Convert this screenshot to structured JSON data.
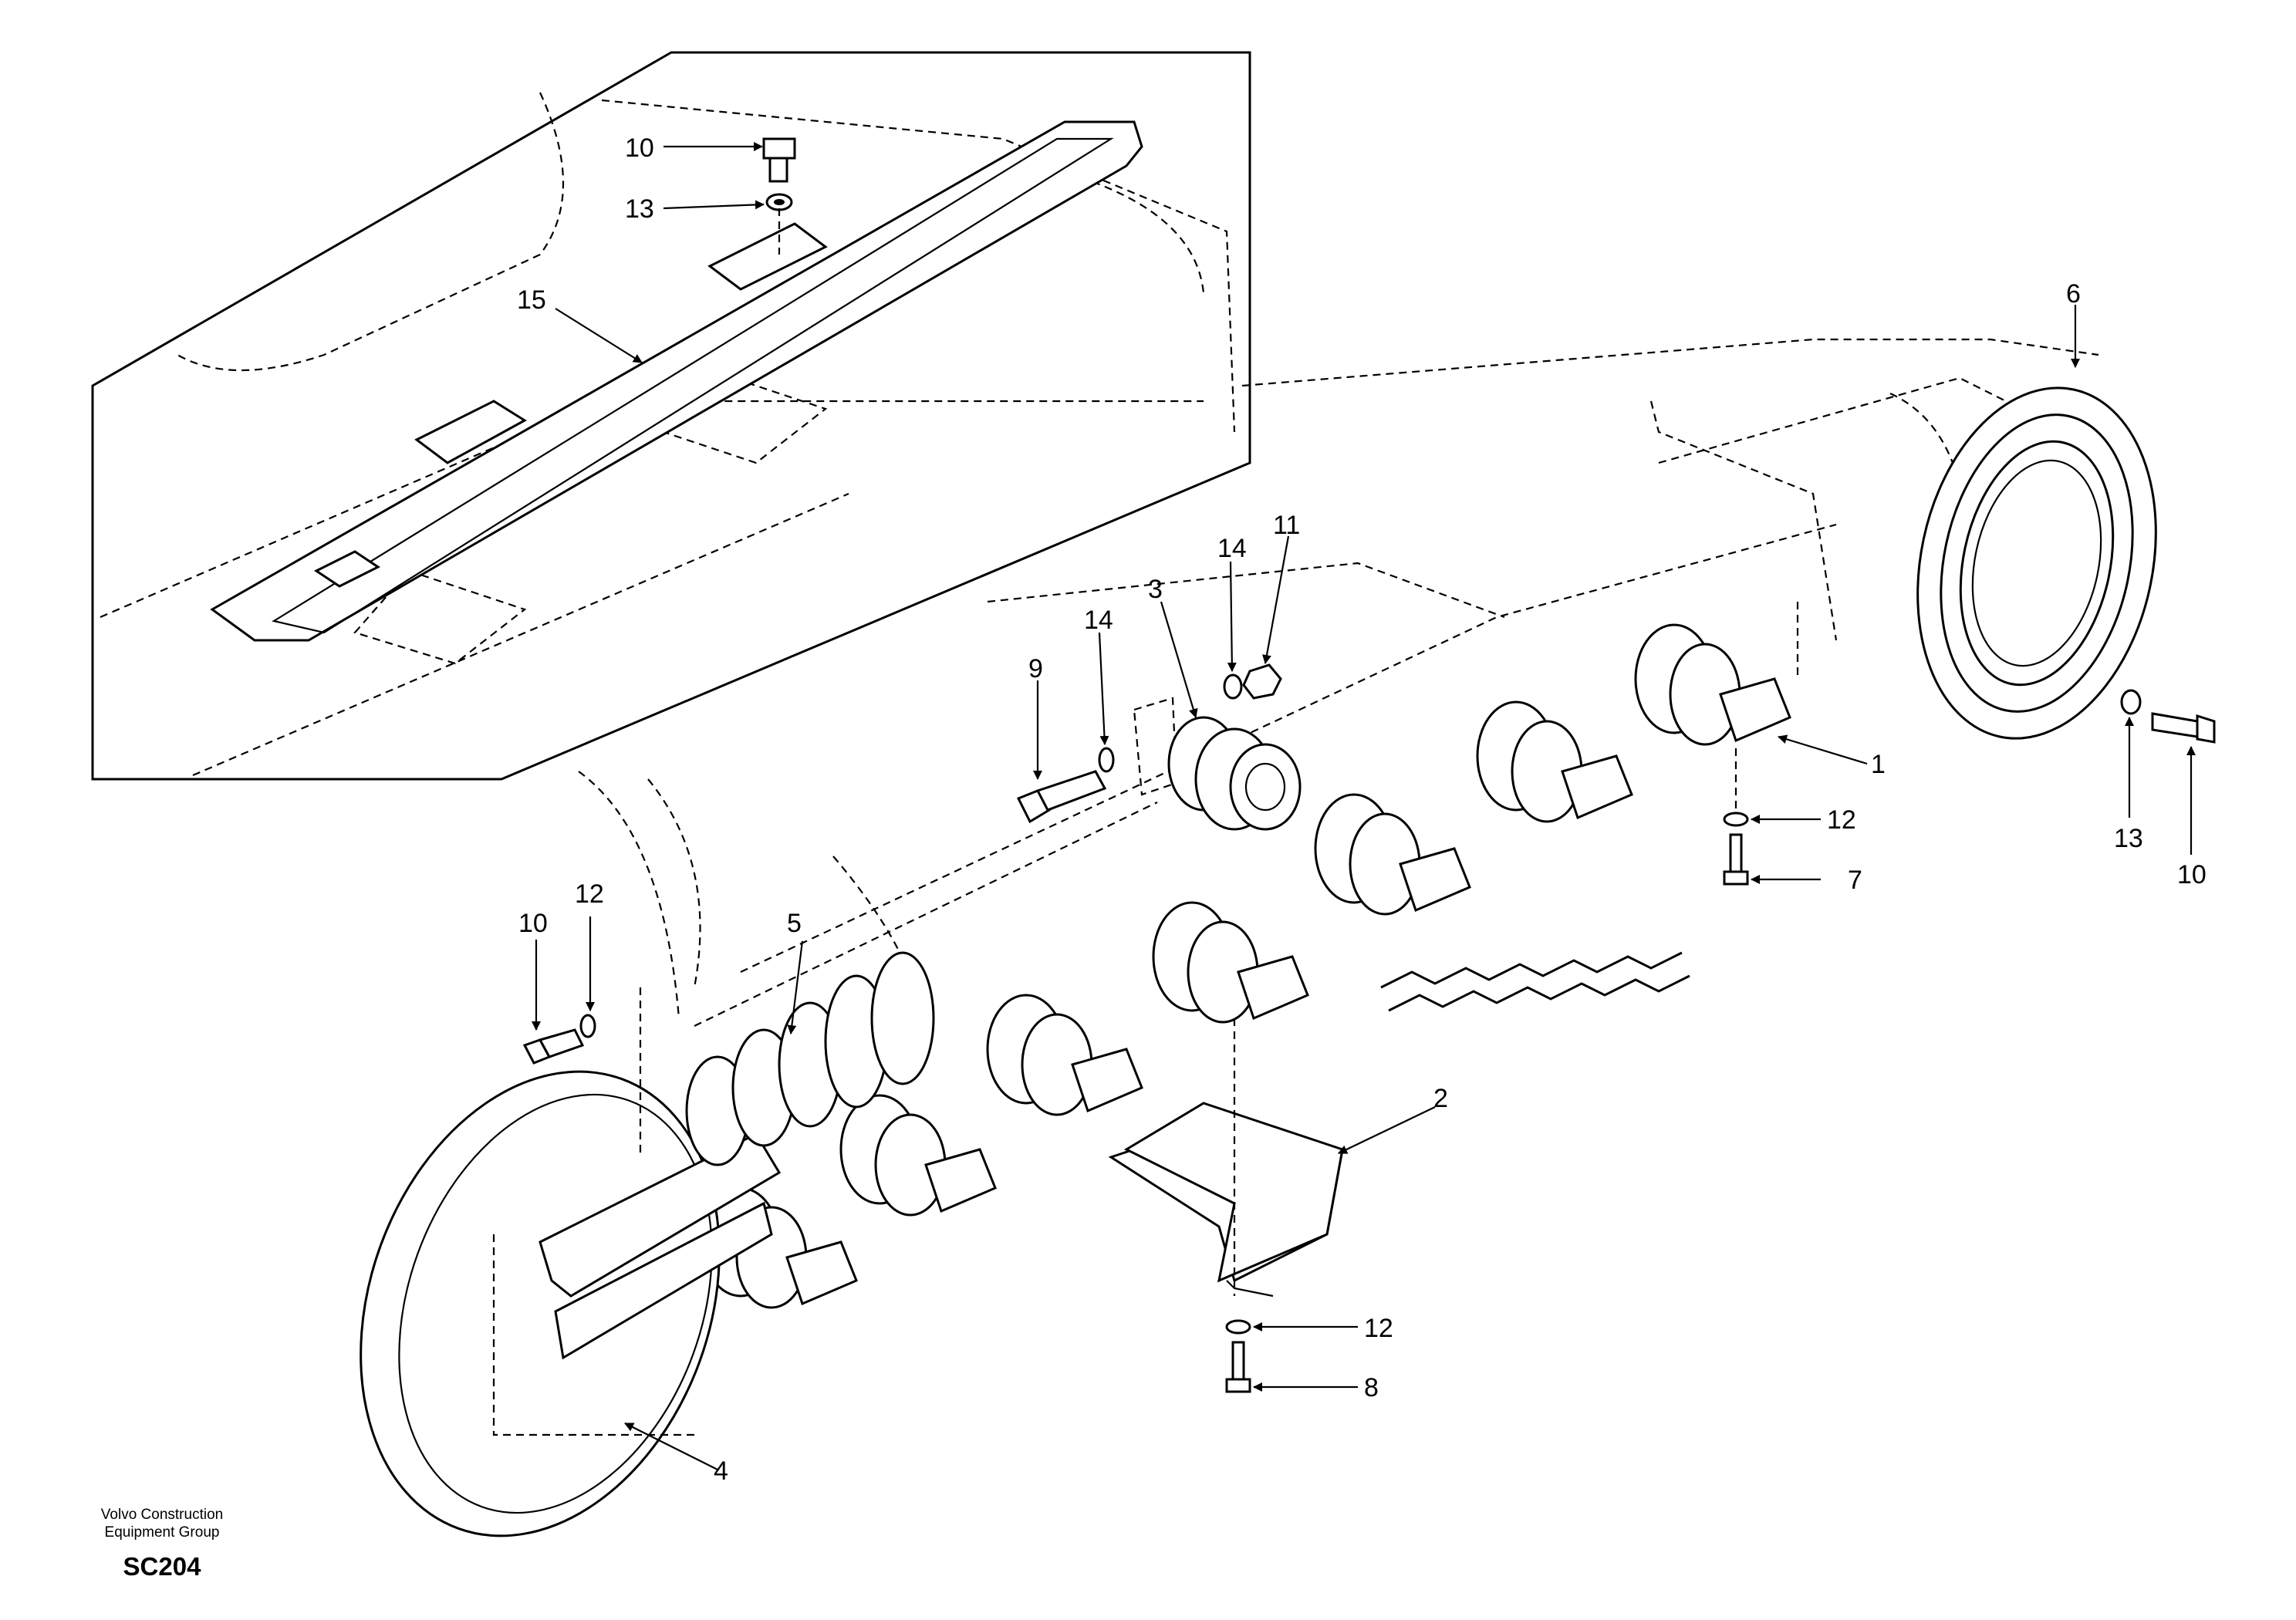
{
  "callouts": {
    "c1": "1",
    "c2": "2",
    "c3": "3",
    "c4": "4",
    "c5": "5",
    "c6": "6",
    "c7": "7",
    "c8": "8",
    "c9": "9",
    "c10a": "10",
    "c10b": "10",
    "c10c": "10",
    "c11": "11",
    "c12a": "12",
    "c12b": "12",
    "c12c": "12",
    "c13a": "13",
    "c13b": "13",
    "c14a": "14",
    "c14b": "14",
    "c15": "15"
  },
  "footer": {
    "company_line1": "Volvo Construction",
    "company_line2": "Equipment Group",
    "code": "SC204"
  }
}
